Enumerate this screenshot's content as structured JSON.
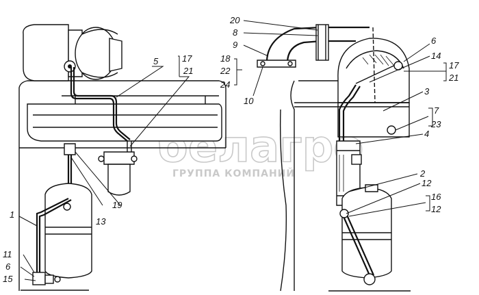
{
  "watermark": {
    "brand": "белагро",
    "subtitle": "ГРУППА КОМПАНИЙ"
  },
  "callouts": {
    "left": [
      "5",
      "17",
      "21",
      "1",
      "19",
      "13",
      "11",
      "6",
      "15"
    ],
    "right": [
      "20",
      "8",
      "9",
      "18",
      "22",
      "24",
      "10",
      "6",
      "14",
      "17",
      "21",
      "3",
      "7",
      "23",
      "4",
      "2",
      "12",
      "16",
      "12"
    ]
  }
}
